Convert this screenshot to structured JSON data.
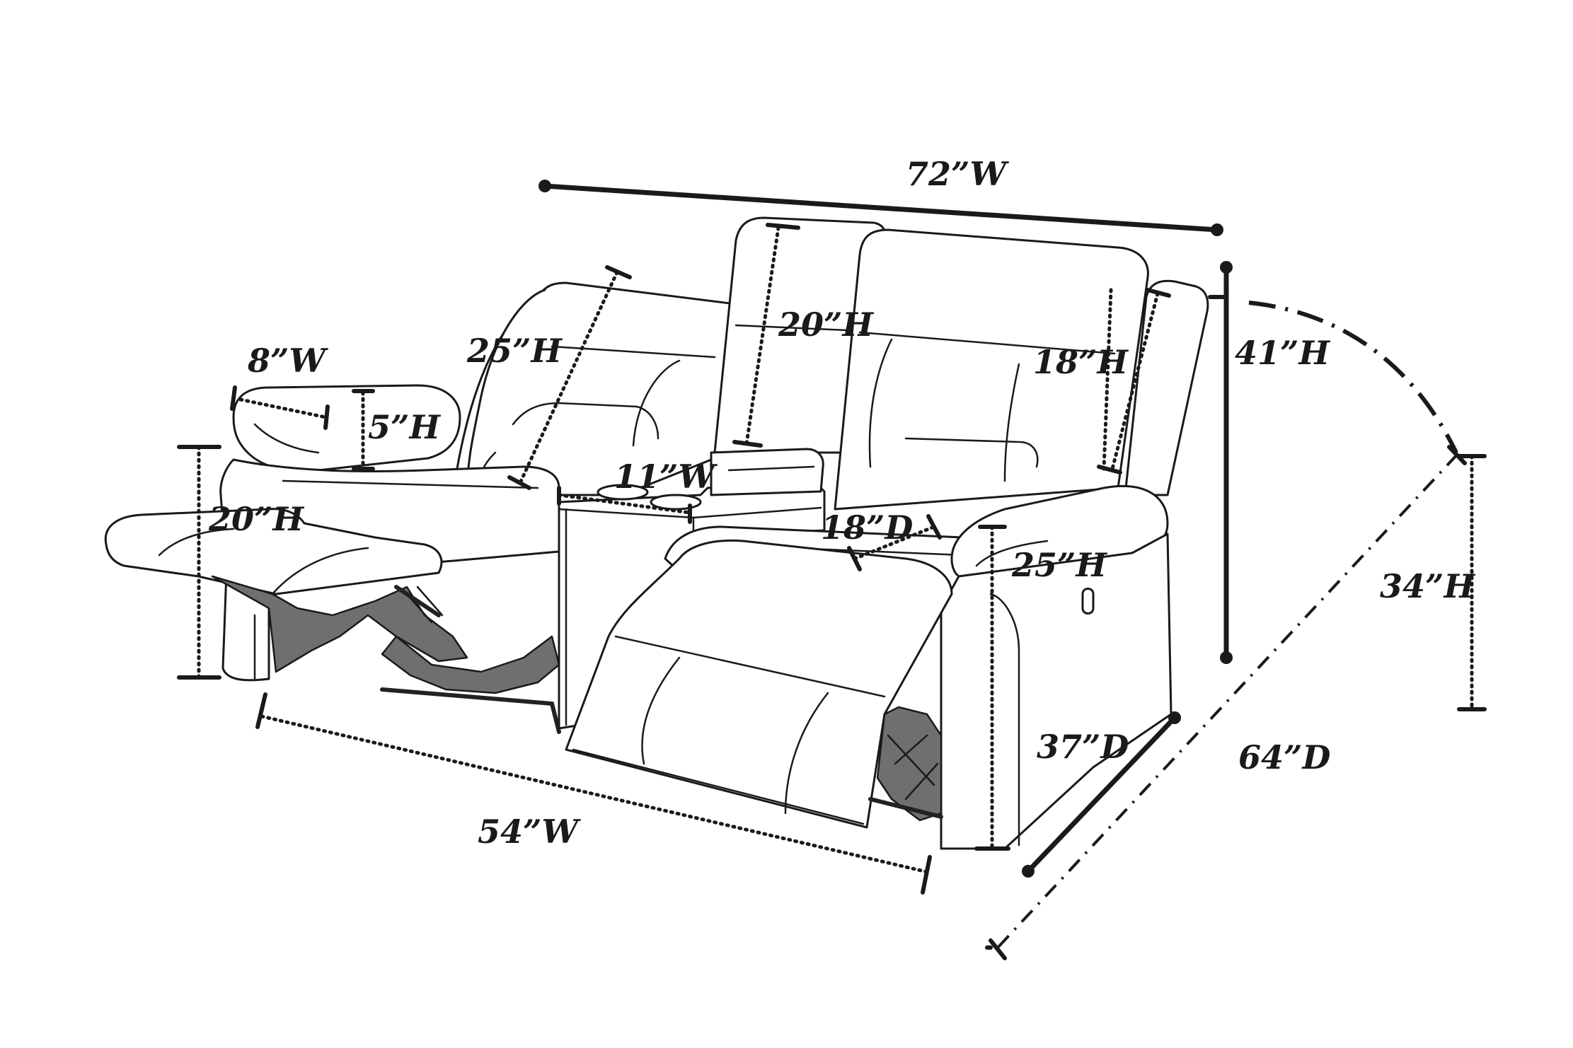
{
  "diagram": {
    "dimensions": {
      "overall_width": "72”W",
      "overall_height": "41”H",
      "back_height_left": "25”H",
      "console_back_height": "20”H",
      "back_height_right": "18”H",
      "arm_width": "8”W",
      "arm_height": "5”H",
      "console_width": "11”W",
      "footrest_height": "20”H",
      "seat_depth": "18”D",
      "seat_height": "25”H",
      "reclined_height": "34”H",
      "depth": "37”D",
      "reclined_depth": "64”D",
      "seat_width": "54”W"
    }
  }
}
